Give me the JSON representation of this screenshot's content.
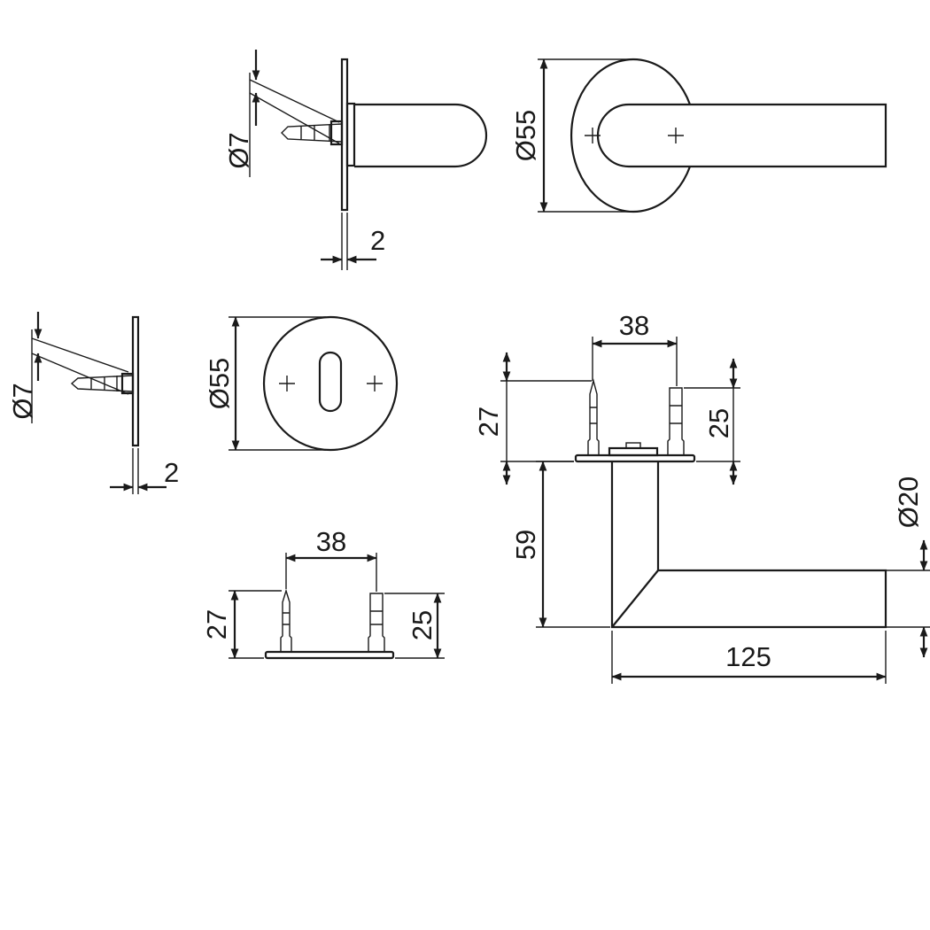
{
  "drawing": {
    "colors": {
      "line": "#1a1a1a",
      "background": "#ffffff"
    },
    "dimensions": {
      "rose_pin_diameter": "Ø7",
      "rose_plate_thickness": "2",
      "rose_diameter": "Ø55",
      "escutcheon_pin_diameter": "Ø7",
      "escutcheon_plate_thickness": "2",
      "escutcheon_diameter": "Ø55",
      "base_pin_spacing": "38",
      "base_long_pin_height": "27",
      "base_short_pin_height": "25",
      "side_pin_spacing": "38",
      "side_long_pin_height": "27",
      "side_short_pin_height": "25",
      "lever_projection": "59",
      "lever_bar_diameter": "Ø20",
      "lever_length": "125"
    }
  }
}
